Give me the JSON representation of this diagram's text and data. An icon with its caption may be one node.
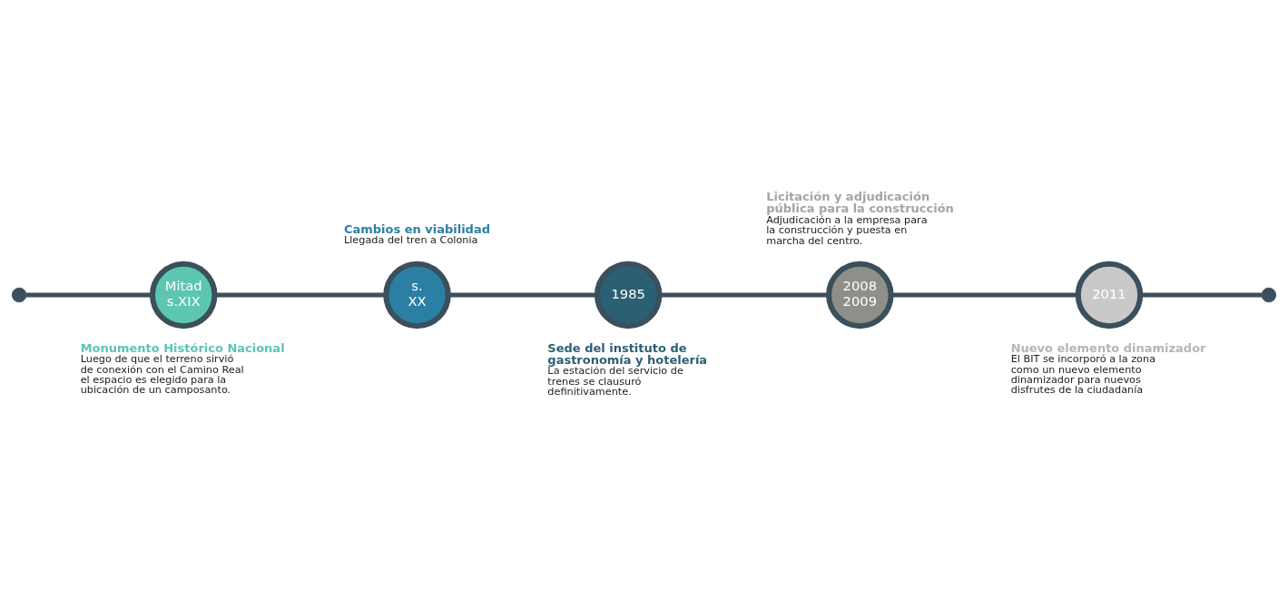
{
  "diagram": {
    "nodes": [
      {
        "text": [],
        "shape": "circle"
      },
      {
        "text": [
          "Mitad s.XIX"
        ],
        "beside": [
          "Monumento Histórico Nacional",
          "Luego de que el terreno sirvió de conexión con el Camino Real el espacio es elegido para la ubicación de un camposanto."
        ]
      },
      {
        "text": [
          "s. XX"
        ],
        "beside": [
          "Cambios en viabilidad",
          "Llegada del tren a Colonia"
        ]
      },
      {
        "text": [
          "1985"
        ],
        "beside": [
          "Sede del instituto de gastronomía y hotelería",
          "La estación del servicio de trenes se clausuró definitivamente."
        ]
      },
      {
        "text": [
          "2008 2009"
        ],
        "beside": [
          "Licitación y adjudicación pública para la construcción",
          "Adjudicación a la empresa para la construcción y puesta en marcha del centro."
        ]
      },
      {
        "text": [
          "2011"
        ],
        "beside": [
          "Nuevo elemento dinamizador",
          "El BIT se incorporó a la zona como un nuevo elemento dinamizador para nuevos disfrutes de la ciudadanía"
        ]
      },
      {
        "text": [],
        "shape": "circle"
      }
    ],
    "edges": [
      {
        "from": 0,
        "to": 1,
        "arrow": "none"
      },
      {
        "from": 1,
        "to": 2,
        "arrow": "none"
      },
      {
        "from": 2,
        "to": 3,
        "arrow": "none"
      },
      {
        "from": 3,
        "to": 4,
        "arrow": "none"
      },
      {
        "from": 4,
        "to": 5,
        "arrow": "none"
      },
      {
        "from": 5,
        "to": 6,
        "arrow": "none"
      }
    ]
  }
}
